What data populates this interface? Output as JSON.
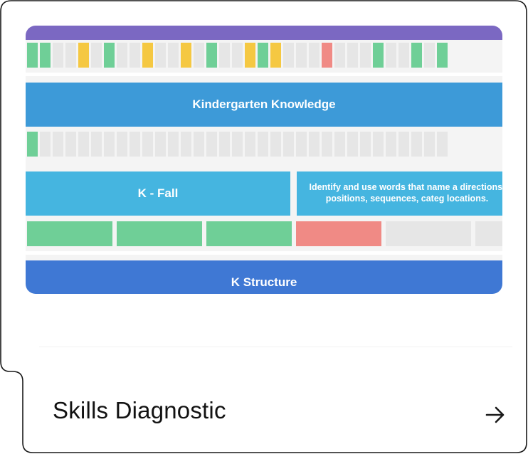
{
  "card": {
    "title": "Skills Diagnostic",
    "arrow_icon": "arrow-right-icon"
  },
  "preview": {
    "header_color": "#7b68c2",
    "top_row_cells": [
      "g",
      "g",
      "n",
      "n",
      "y",
      "n",
      "g",
      "n",
      "n",
      "y",
      "n",
      "n",
      "y",
      "n",
      "g",
      "n",
      "n",
      "y",
      "g",
      "y",
      "n",
      "n",
      "n",
      "r",
      "n",
      "n",
      "n",
      "g",
      "n",
      "n",
      "g",
      "n",
      "g"
    ],
    "kindergarten_band": {
      "label": "Kindergarten Knowledge",
      "color": "#3d9ad8"
    },
    "second_row_cells": [
      "g",
      "n",
      "n",
      "n",
      "n",
      "n",
      "n",
      "n",
      "n",
      "n",
      "n",
      "n",
      "n",
      "n",
      "n",
      "n",
      "n",
      "n",
      "n",
      "n",
      "n",
      "n",
      "n",
      "n",
      "n",
      "n",
      "n",
      "n",
      "n",
      "n",
      "n",
      "n",
      "n"
    ],
    "k_fall_band": {
      "label": "K - Fall",
      "color": "#45b5e0"
    },
    "identify_band": {
      "label": "Identify and use words that name a directions, positions, sequences, categ locations.",
      "color": "#45b5e0"
    },
    "tiles": [
      "g",
      "g",
      "g",
      "r",
      "n",
      "n"
    ],
    "k_structure_band": {
      "label": "K Structure",
      "color": "#3f78d4"
    },
    "colors": {
      "g": "#6fcf97",
      "y": "#f5c842",
      "r": "#f08a85",
      "n": "#e6e6e6"
    }
  }
}
